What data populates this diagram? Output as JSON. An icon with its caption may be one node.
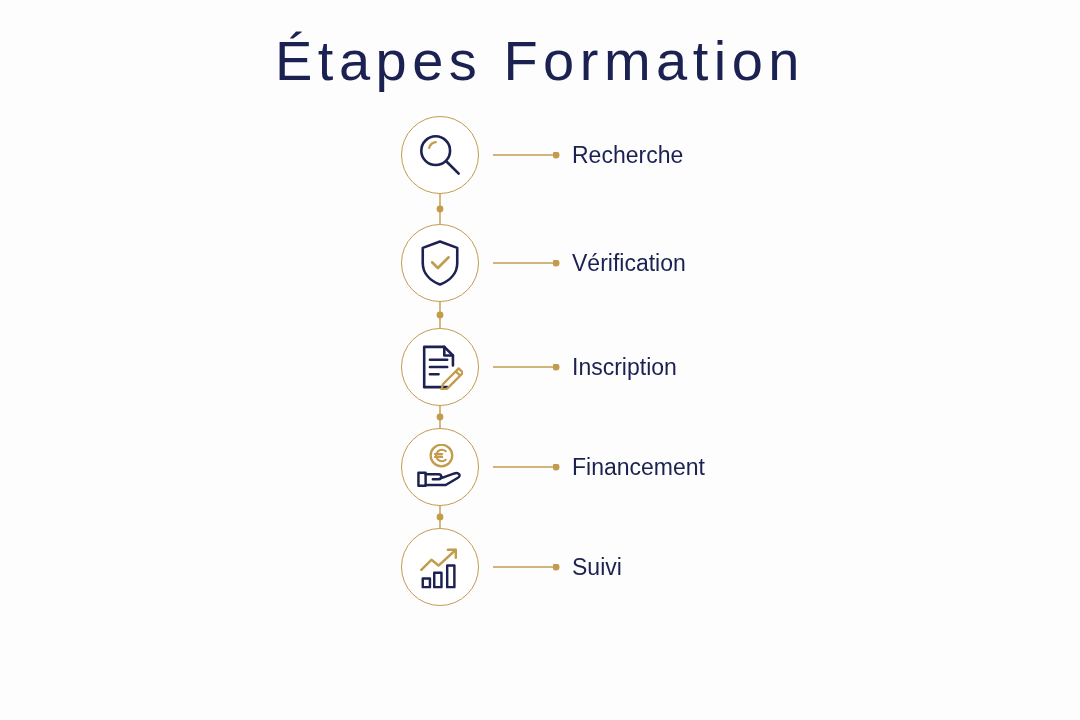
{
  "diagram": {
    "title": "Étapes Formation",
    "nodes": [
      {
        "text": [],
        "shape": "circle"
      },
      {
        "text": [
          "Recherche"
        ]
      },
      {
        "text": [],
        "shape": "circle"
      },
      {
        "text": [
          "Vérification"
        ]
      },
      {
        "text": [],
        "shape": "circle"
      },
      {
        "text": [
          "Inscription"
        ]
      },
      {
        "text": [],
        "shape": "circle"
      },
      {
        "text": [
          "Financement"
        ]
      },
      {
        "text": [],
        "shape": "circle"
      },
      {
        "text": [
          "Suivi"
        ]
      }
    ],
    "edges": [
      {
        "from": 0,
        "to": 1,
        "arrow": "other"
      },
      {
        "from": 0,
        "to": 2,
        "arrow": "none"
      },
      {
        "from": 2,
        "to": 3,
        "arrow": "other"
      },
      {
        "from": 2,
        "to": 4,
        "arrow": "none"
      },
      {
        "from": 4,
        "to": 5,
        "arrow": "other"
      },
      {
        "from": 4,
        "to": 6,
        "arrow": "none"
      },
      {
        "from": 6,
        "to": 7,
        "arrow": "other"
      },
      {
        "from": 6,
        "to": 8,
        "arrow": "none"
      },
      {
        "from": 8,
        "to": 9,
        "arrow": "other"
      }
    ]
  }
}
